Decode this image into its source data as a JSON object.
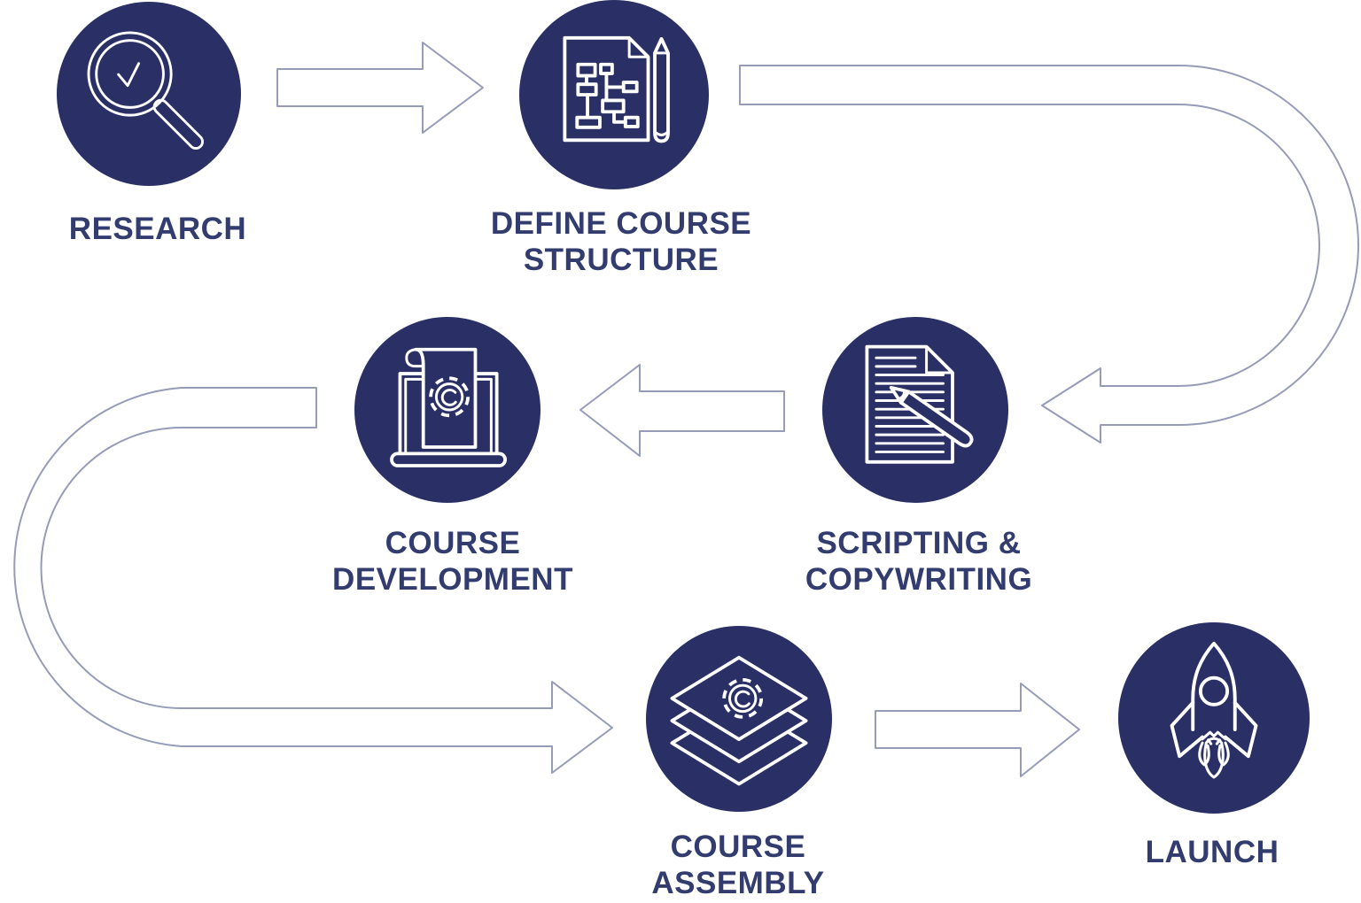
{
  "page": {
    "background": "#ffffff"
  },
  "colors": {
    "node_fill": "#2a3065",
    "label_text": "#333c6e",
    "arrow_fill": "#ffffff",
    "arrow_edge": "#5d6590",
    "icon_stroke": "#ffffff"
  },
  "diagram": {
    "type": "process-flow",
    "nodes": [
      {
        "id": "research",
        "icon": "magnifier-check-icon",
        "lines": [
          "RESEARCH"
        ]
      },
      {
        "id": "define-course-structure",
        "icon": "document-sitemap-pencil-icon",
        "lines": [
          "DEFINE COURSE",
          "STRUCTURE"
        ]
      },
      {
        "id": "scripting-copywriting",
        "icon": "document-pencil-icon",
        "lines": [
          "SCRIPTING &",
          "COPYWRITING"
        ]
      },
      {
        "id": "course-development",
        "icon": "laptop-scroll-gear-icon",
        "lines": [
          "COURSE",
          "DEVELOPMENT"
        ]
      },
      {
        "id": "course-assembly",
        "icon": "stacked-layers-gear-icon",
        "lines": [
          "COURSE",
          "ASSEMBLY"
        ]
      },
      {
        "id": "launch",
        "icon": "rocket-icon",
        "lines": [
          "LAUNCH"
        ]
      }
    ],
    "connections": [
      {
        "from": "research",
        "to": "define-course-structure",
        "style": "straight-right"
      },
      {
        "from": "define-course-structure",
        "to": "scripting-copywriting",
        "style": "u-turn-down-right"
      },
      {
        "from": "scripting-copywriting",
        "to": "course-development",
        "style": "straight-left"
      },
      {
        "from": "course-development",
        "to": "course-assembly",
        "style": "u-turn-down-left"
      },
      {
        "from": "course-assembly",
        "to": "launch",
        "style": "straight-right"
      }
    ]
  }
}
